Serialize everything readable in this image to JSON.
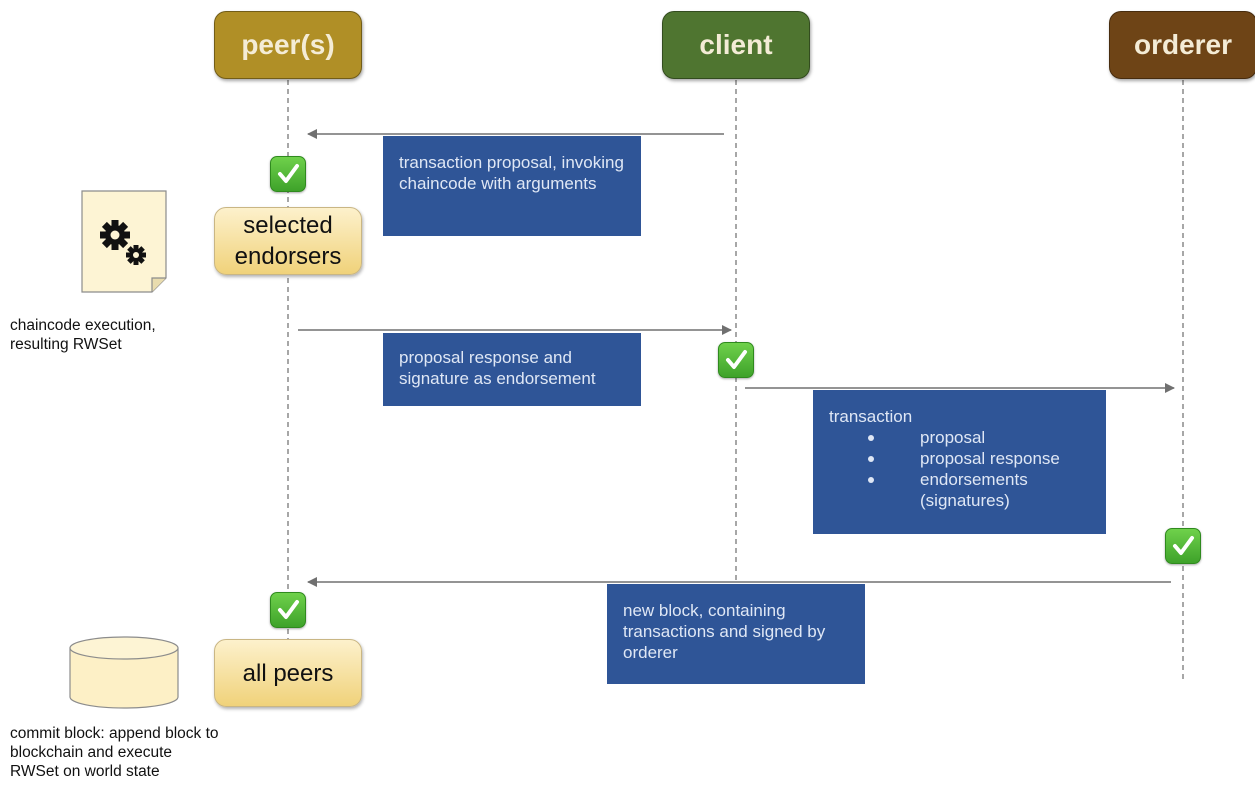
{
  "actors": {
    "peers": "peer(s)",
    "client": "client",
    "orderer": "orderer"
  },
  "messages": {
    "proposal": "transaction proposal, invoking chaincode with arguments",
    "response": "proposal response and signature as endorsement",
    "transaction_title": "transaction",
    "transaction_items": [
      "proposal",
      "proposal response",
      "endorsements (signatures)"
    ],
    "block": "new block, containing transactions and signed by orderer"
  },
  "boxes": {
    "selected_endorsers": "selected endorsers",
    "all_peers": "all peers"
  },
  "notes": {
    "chaincode_execution": "chaincode execution, resulting RWSet",
    "commit_block": "commit block: append block to blockchain and execute RWSet on world state"
  },
  "icons": {
    "document": "gears-document-icon",
    "database": "database-cylinder-icon",
    "check": "check-mark-icon"
  },
  "colors": {
    "peers": "#b08f26",
    "client": "#4f7530",
    "orderer": "#6e4416",
    "message_box": "#2f5597",
    "peer_box": "#f6dd92",
    "check": "#4cba33",
    "arrow": "#707070"
  }
}
